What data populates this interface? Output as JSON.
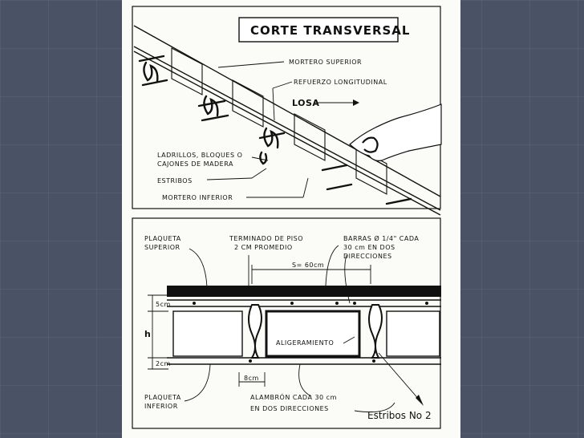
{
  "top_panel": {
    "title": "CORTE TRANSVERSAL",
    "labels": {
      "mortero_superior": "MORTERO SUPERIOR",
      "refuerzo": "REFUERZO LONGITUDINAL",
      "losa": "LOSA",
      "ladrillos_1": "LADRILLOS, BLOQUES O",
      "ladrillos_2": "CAJONES DE MADERA",
      "estribos": "ESTRIBOS",
      "mortero_inferior": "MORTERO INFERIOR"
    }
  },
  "bottom_panel": {
    "labels": {
      "plaqueta_sup_1": "PLAQUETA",
      "plaqueta_sup_2": "SUPERIOR",
      "terminado_1": "TERMINADO DE PISO",
      "terminado_2": "2 CM PROMEDIO",
      "barras_1": "BARRAS Ø 1/4\" CADA",
      "barras_2": "30 cm EN DOS",
      "barras_3": "DIRECCIONES",
      "spacing": "S= 60cm",
      "dim_top": "5cm",
      "dim_h": "h",
      "dim_bottom": "2cm",
      "aligeramiento": "ALIGERAMIENTO",
      "dim_8": "8cm",
      "plaqueta_inf_1": "PLAQUETA",
      "plaqueta_inf_2": "INFERIOR",
      "alambron_1": "ALAMBRÓN CADA 30 cm",
      "alambron_2": "EN DOS DIRECCIONES",
      "estribos_no2": "Estribos No 2"
    }
  }
}
